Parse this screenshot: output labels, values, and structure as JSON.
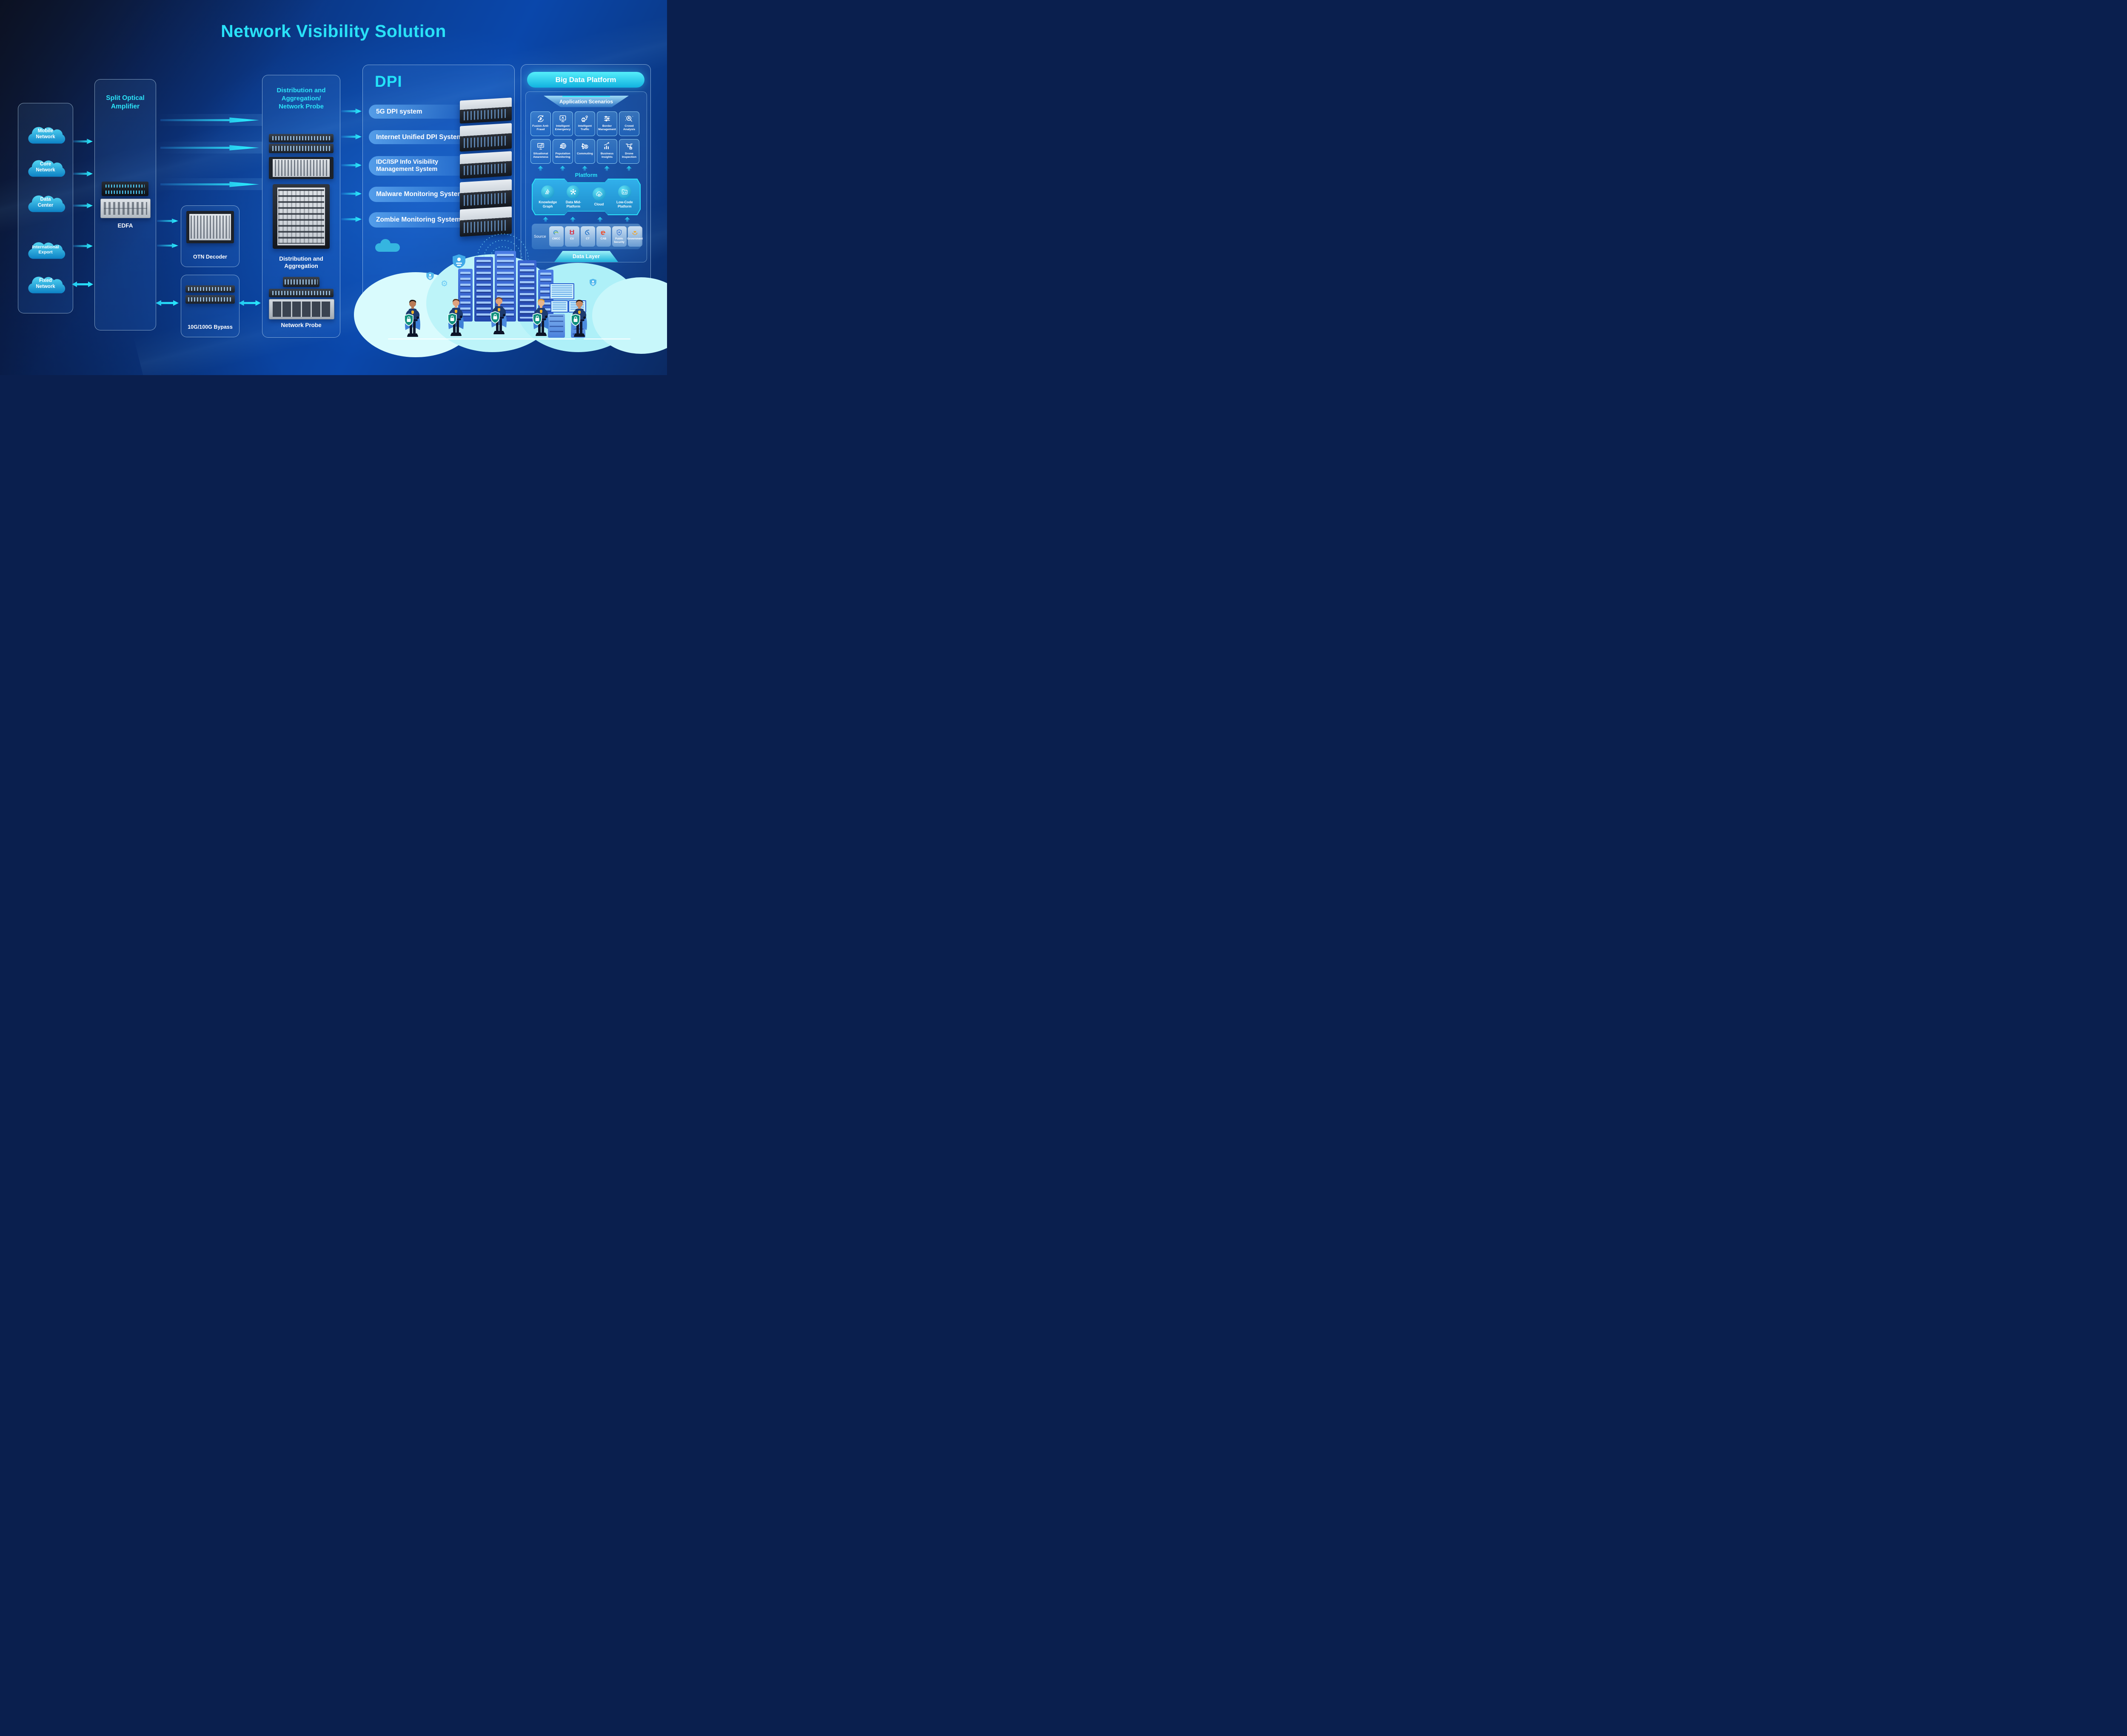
{
  "title": "Network Visibility Solution",
  "colors": {
    "accent_cyan": "#2AE2F8",
    "arrow_cyan": "#29E7FC",
    "deep_blue": "#0A3F98",
    "shield_teal": "#0F8F7C"
  },
  "access_networks": {
    "items": [
      {
        "label": "Mobile\nNetwork",
        "icon": "cloud-icon"
      },
      {
        "label": "Core\nNetwork",
        "icon": "cloud-icon"
      },
      {
        "label": "Data\nCenter",
        "icon": "cloud-icon"
      },
      {
        "label": "International\nExport",
        "icon": "cloud-icon"
      },
      {
        "label": "Fixed\nNetwork",
        "icon": "cloud-icon"
      }
    ]
  },
  "amplifier": {
    "title": "Split Optical\nAmplifier",
    "device_label": "EDFA"
  },
  "otn": {
    "label": "OTN Decoder"
  },
  "bypass": {
    "label": "10G/100G Bypass"
  },
  "distribution": {
    "title": "Distribution and\nAggregation/\nNetwork Probe",
    "middle_label": "Distribution and\nAggregation",
    "bottom_label": "Network Probe"
  },
  "dpi": {
    "title": "DPI",
    "systems": [
      {
        "label": "5G DPI system"
      },
      {
        "label": "Internet Unified DPI System"
      },
      {
        "label": "IDC/ISP Info Visibility Management System"
      },
      {
        "label": "Malware Monitoring System"
      },
      {
        "label": "Zombie Monitoring System"
      }
    ]
  },
  "big_data_platform": {
    "title": "Big Data Platform",
    "application_scenarios": {
      "title": "Application Scenarios",
      "items": [
        {
          "label": "Fusion Anti-Fraud",
          "icon": "anti-fraud-icon"
        },
        {
          "label": "Intelligent Emergency",
          "icon": "emergency-monitor-icon"
        },
        {
          "label": "Intelligent Traffic",
          "icon": "traffic-pin-icon"
        },
        {
          "label": "Border Management",
          "icon": "sliders-icon"
        },
        {
          "label": "Crowd Analysis",
          "icon": "crowd-search-icon"
        },
        {
          "label": "Situational Awareness",
          "icon": "dashboard-monitor-icon"
        },
        {
          "label": "Population Monitoring",
          "icon": "population-globe-icon"
        },
        {
          "label": "Commuting",
          "icon": "commuting-network-icon"
        },
        {
          "label": "Business Insights",
          "icon": "bar-chart-icon"
        },
        {
          "label": "Drone Inspection",
          "icon": "drone-icon"
        }
      ]
    },
    "platform": {
      "title": "Platform",
      "items": [
        {
          "label": "Knowledge Graph",
          "icon": "knowledge-graph-icon"
        },
        {
          "label": "Data Mid-Platform",
          "icon": "data-hub-icon"
        },
        {
          "label": "Cloud",
          "icon": "cloud-server-icon"
        },
        {
          "label": "Low-Code Platform",
          "icon": "low-code-icon"
        }
      ]
    },
    "data_layer": {
      "source_label": "Source",
      "banner": "Data Layer",
      "sources": [
        {
          "label": "CMCC",
          "icon": "cmcc-logo"
        },
        {
          "label": "CU",
          "icon": "cu-logo"
        },
        {
          "label": "CT",
          "icon": "ct-logo"
        },
        {
          "label": "CAB",
          "icon": "cab-logo"
        },
        {
          "label": "Public Security",
          "icon": "shield-star-icon"
        },
        {
          "label": "Government",
          "icon": "hands-heart-icon"
        }
      ]
    }
  }
}
